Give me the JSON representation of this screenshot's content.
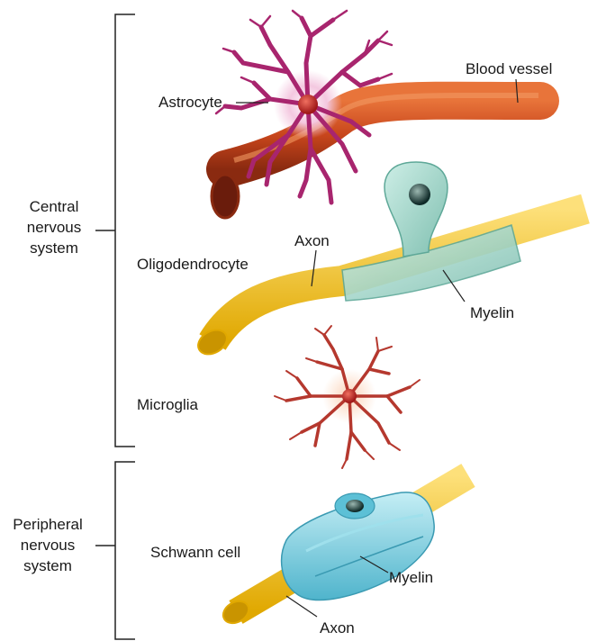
{
  "groups": {
    "central": {
      "line1": "Central",
      "line2": "nervous",
      "line3": "system"
    },
    "peripheral": {
      "line1": "Peripheral",
      "line2": "nervous",
      "line3": "system"
    }
  },
  "labels": {
    "astrocyte": "Astrocyte",
    "blood_vessel": "Blood vessel",
    "axon_cns": "Axon",
    "oligodendrocyte": "Oligodendrocyte",
    "myelin_cns": "Myelin",
    "microglia": "Microglia",
    "schwann_cell": "Schwann cell",
    "myelin_pns": "Myelin",
    "axon_pns": "Axon"
  },
  "colors": {
    "axon": "#f2c21a",
    "blood_vessel": "#c8461c",
    "astrocyte": "#a8256e",
    "oligodendrocyte": "#a9d8cc",
    "microglia": "#b5382e",
    "schwann_cell": "#7fd0e0"
  }
}
